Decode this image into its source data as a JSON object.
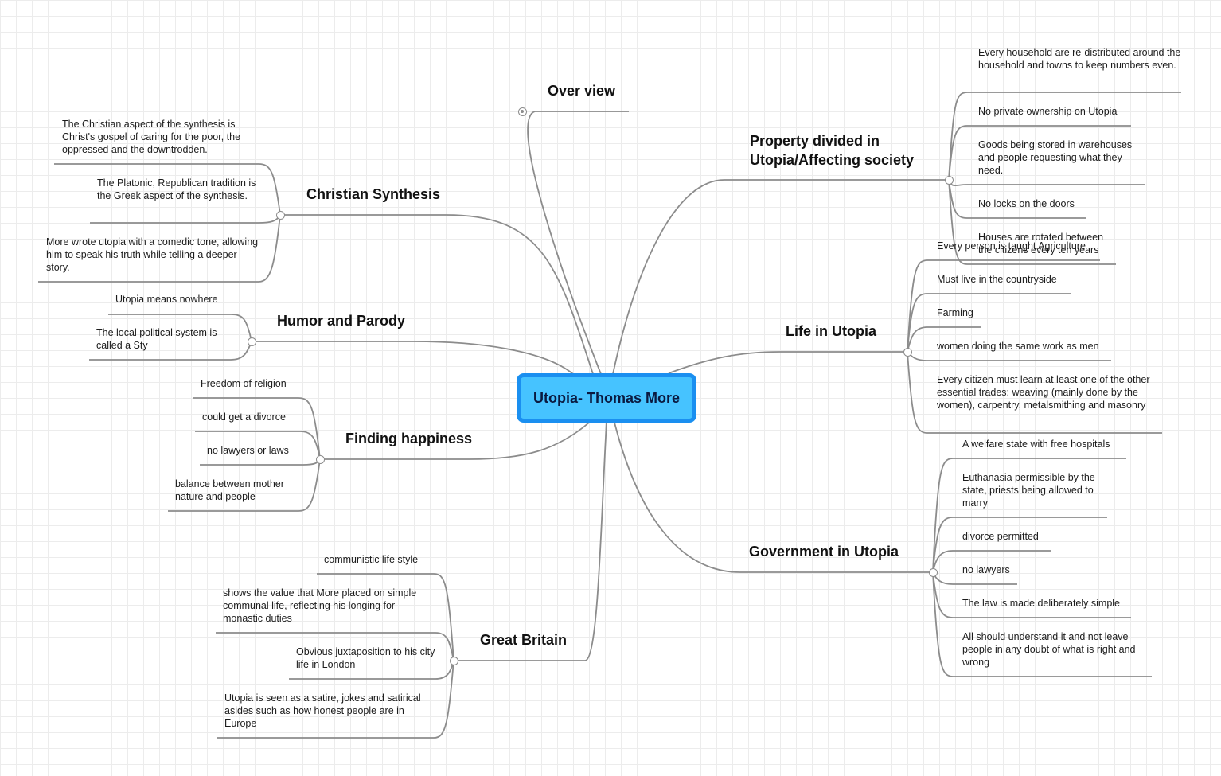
{
  "root": {
    "label": "Utopia- Thomas More"
  },
  "topics": {
    "overview": {
      "label": "Over view"
    },
    "christian": {
      "label": "Christian Synthesis",
      "items": [
        "The Christian aspect of the synthesis is Christ's gospel of caring for the poor, the oppressed and the downtrodden.",
        "The Platonic, Republican tradition is the Greek aspect of the synthesis.",
        "More wrote utopia with a comedic tone, allowing him to speak his truth while telling a deeper story."
      ]
    },
    "humor": {
      "label": "Humor and Parody",
      "items": [
        "Utopia means nowhere",
        "The local political system is called a Sty"
      ]
    },
    "happiness": {
      "label": "Finding happiness",
      "items": [
        "Freedom of religion",
        "could get a divorce",
        "no lawyers or laws",
        "balance between mother nature and people"
      ]
    },
    "britain": {
      "label": "Great Britain",
      "items": [
        "communistic life style",
        "shows the value that More placed on simple communal life, reflecting his longing for monastic duties",
        "Obvious juxtaposition to his city life in London",
        "Utopia is seen as a satire, jokes and satirical asides such as how honest  people are in Europe"
      ]
    },
    "property": {
      "label_line1": "Property divided in",
      "label_line2": "Utopia/Affecting society",
      "items": [
        "Every household are re-distributed around the household and towns to keep numbers even.",
        "No private ownership on Utopia",
        "Goods being stored in warehouses and people requesting what they need.",
        "No locks on the doors",
        "Houses are rotated between the citizens every ten years"
      ]
    },
    "life": {
      "label": "Life in Utopia",
      "items": [
        "Every person is taught Agriculture",
        "Must live in the countryside",
        "Farming",
        "women doing the same work as men",
        "Every citizen must learn at least one of the other essential trades: weaving (mainly done by the women), carpentry, metalsmithing and masonry"
      ]
    },
    "government": {
      "label": "Government in Utopia",
      "items": [
        "A welfare state with free hospitals",
        "Euthanasia permissible by the state, priests being allowed to marry",
        "divorce permitted",
        "no lawyers",
        "The law is made deliberately simple",
        "All should understand it and not leave people in any doubt of what is right and wrong"
      ]
    }
  },
  "colors": {
    "root_fill": "#46c3ff",
    "root_border": "#1a8ff0",
    "line": "#8c8c8c",
    "grid": "#ececec"
  }
}
